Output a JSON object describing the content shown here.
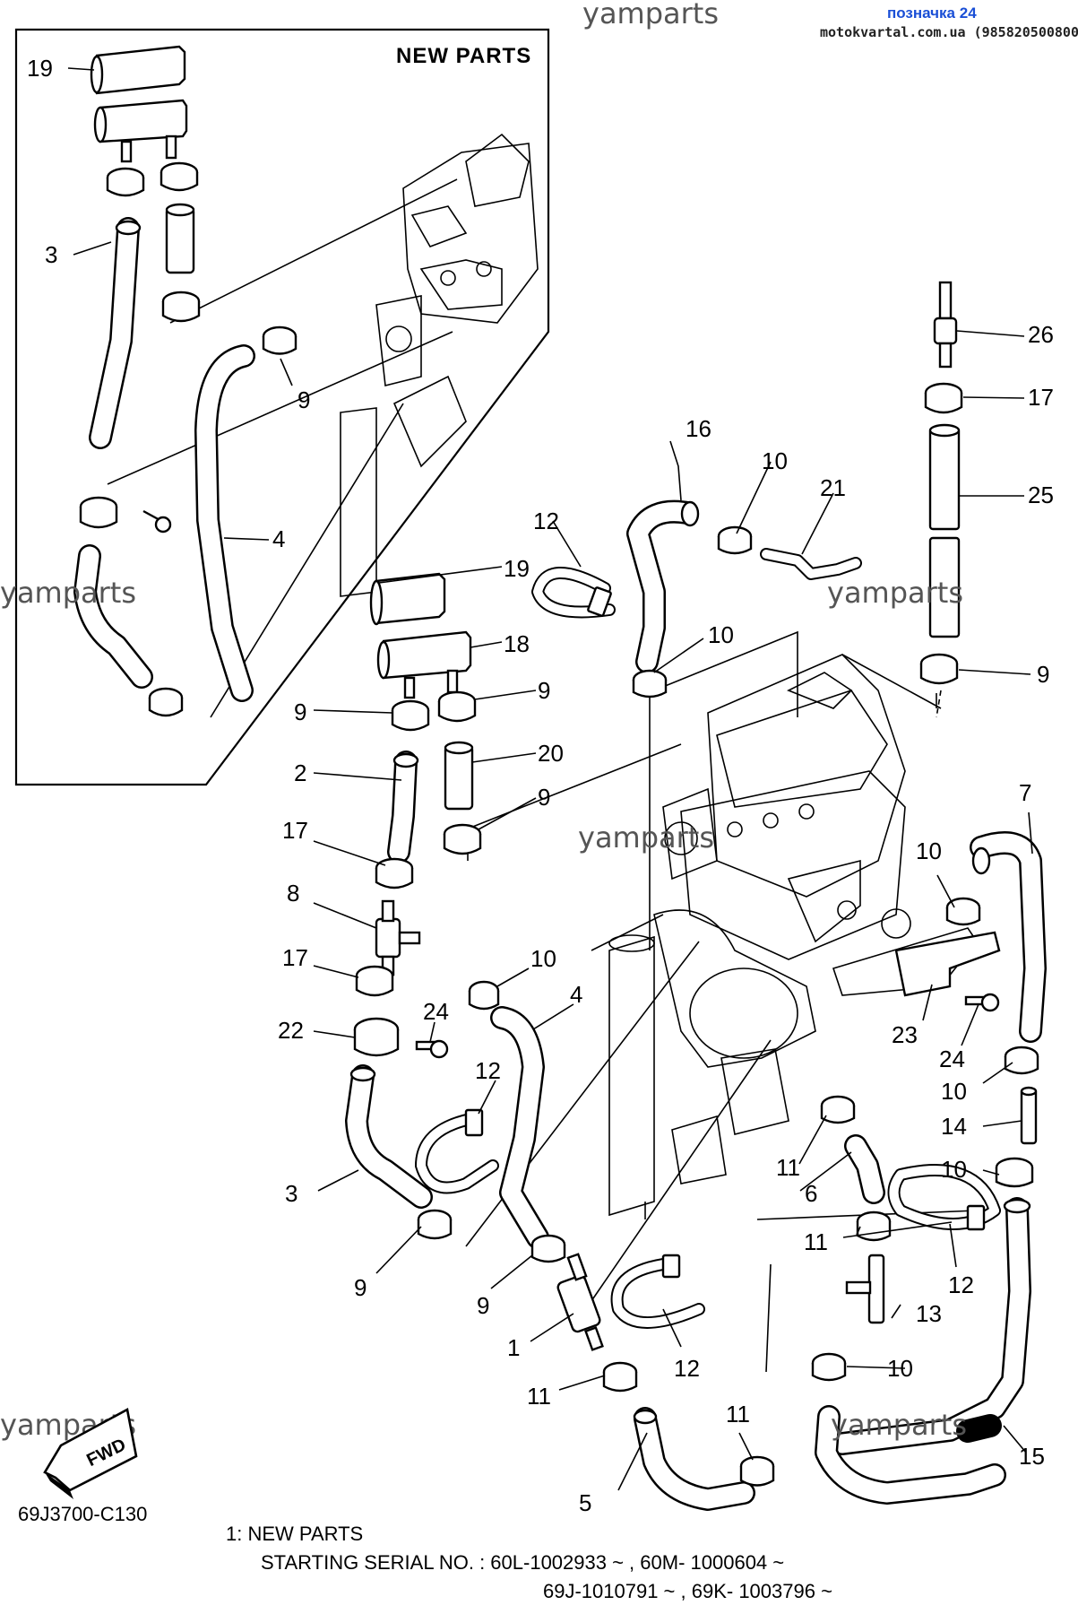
{
  "header": {
    "watermark_top": "yamparts",
    "title": "позначка 24",
    "subtitle": "motokvartal.com.ua (985820500800)"
  },
  "watermarks": [
    "yamparts",
    "yamparts",
    "yamparts",
    "yamparts",
    "yamparts"
  ],
  "inset": {
    "title": "NEW PARTS"
  },
  "callouts": {
    "c19a": "19",
    "c3a": "3",
    "c9a": "9",
    "c4a": "4",
    "c19": "19",
    "c18": "18",
    "c9b": "9",
    "c9c": "9",
    "c2": "2",
    "c20": "20",
    "c9d": "9",
    "c17a": "17",
    "c8": "8",
    "c17b": "17",
    "c22": "22",
    "c24a": "24",
    "c10a": "10",
    "c4": "4",
    "c12a": "12",
    "c3": "3",
    "c9e": "9",
    "c9f": "9",
    "c1": "1",
    "c11a": "11",
    "c5": "5",
    "c12b": "12",
    "c11b": "11",
    "c16": "16",
    "c10b": "10",
    "c21": "21",
    "c12c": "12",
    "c10c": "10",
    "c26": "26",
    "c17c": "17",
    "c25": "25",
    "c9g": "9",
    "c7": "7",
    "c10d": "10",
    "c23": "23",
    "c24b": "24",
    "c10e": "10",
    "c14": "14",
    "c10f": "10",
    "c11c": "11",
    "c6": "6",
    "c11d": "11",
    "c12d": "12",
    "c13": "13",
    "c10g": "10",
    "c15": "15"
  },
  "fwd_label": "FWD",
  "diagram_code": "69J3700-C130",
  "notes": {
    "line1": "1:  NEW PARTS",
    "line2": "STARTING SERIAL NO. : 60L-1002933 ~ , 60M- 1000604 ~",
    "line3": "69J-1010791 ~ , 69K- 1003796 ~"
  }
}
